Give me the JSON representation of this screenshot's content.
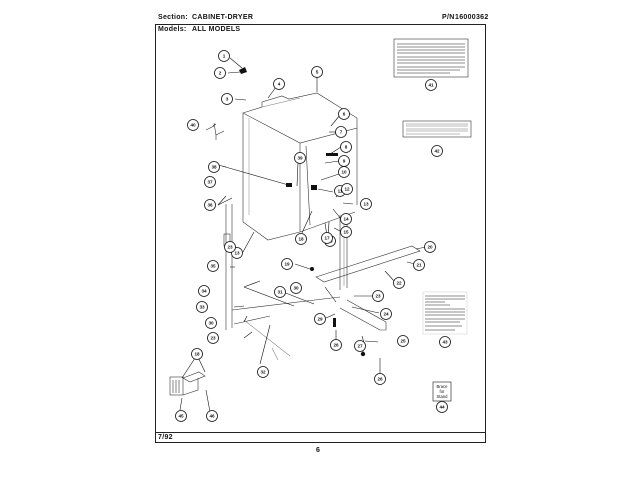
{
  "header": {
    "section_label": "Section:",
    "section_value": "CABINET-DRYER",
    "pn_label": "P/N",
    "pn_value": "16000362",
    "models_label": "Models:",
    "models_value": "ALL MODELS"
  },
  "footer": {
    "date": "7/92",
    "page_number": "6"
  },
  "diagram": {
    "title": "Cabinet-Dryer exploded parts view",
    "callouts": [
      {
        "id": "1",
        "label": "1"
      },
      {
        "id": "2",
        "label": "2"
      },
      {
        "id": "3",
        "label": "3"
      },
      {
        "id": "4",
        "label": "4"
      },
      {
        "id": "5",
        "label": "5"
      },
      {
        "id": "6",
        "label": "6"
      },
      {
        "id": "7",
        "label": "7"
      },
      {
        "id": "8",
        "label": "8"
      },
      {
        "id": "9",
        "label": "9"
      },
      {
        "id": "10",
        "label": "10"
      },
      {
        "id": "11",
        "label": "11"
      },
      {
        "id": "12",
        "label": "12"
      },
      {
        "id": "13a",
        "label": "13"
      },
      {
        "id": "13b",
        "label": "13"
      },
      {
        "id": "14",
        "label": "14"
      },
      {
        "id": "15",
        "label": "15"
      },
      {
        "id": "16",
        "label": "16"
      },
      {
        "id": "17",
        "label": "17"
      },
      {
        "id": "18a",
        "label": "18"
      },
      {
        "id": "18b",
        "label": "18"
      },
      {
        "id": "19",
        "label": "19"
      },
      {
        "id": "20",
        "label": "20"
      },
      {
        "id": "21",
        "label": "21"
      },
      {
        "id": "22",
        "label": "22"
      },
      {
        "id": "23a",
        "label": "23"
      },
      {
        "id": "23b",
        "label": "23"
      },
      {
        "id": "23c",
        "label": "23"
      },
      {
        "id": "24",
        "label": "24"
      },
      {
        "id": "25",
        "label": "25"
      },
      {
        "id": "26a",
        "label": "26"
      },
      {
        "id": "26b",
        "label": "26"
      },
      {
        "id": "27",
        "label": "27"
      },
      {
        "id": "29",
        "label": "29"
      },
      {
        "id": "30a",
        "label": "30"
      },
      {
        "id": "30b",
        "label": "30"
      },
      {
        "id": "31",
        "label": "31"
      },
      {
        "id": "32",
        "label": "32"
      },
      {
        "id": "33",
        "label": "33"
      },
      {
        "id": "34",
        "label": "34"
      },
      {
        "id": "35",
        "label": "35"
      },
      {
        "id": "36",
        "label": "36"
      },
      {
        "id": "37",
        "label": "37"
      },
      {
        "id": "38",
        "label": "38"
      },
      {
        "id": "39",
        "label": "39"
      },
      {
        "id": "40",
        "label": "40"
      },
      {
        "id": "41",
        "label": "41"
      },
      {
        "id": "42",
        "label": "42"
      },
      {
        "id": "43",
        "label": "43"
      },
      {
        "id": "44",
        "label": "44"
      },
      {
        "id": "45",
        "label": "45"
      },
      {
        "id": "46",
        "label": "46"
      }
    ],
    "stand_box": [
      "Brace",
      "for",
      "Stand"
    ]
  }
}
